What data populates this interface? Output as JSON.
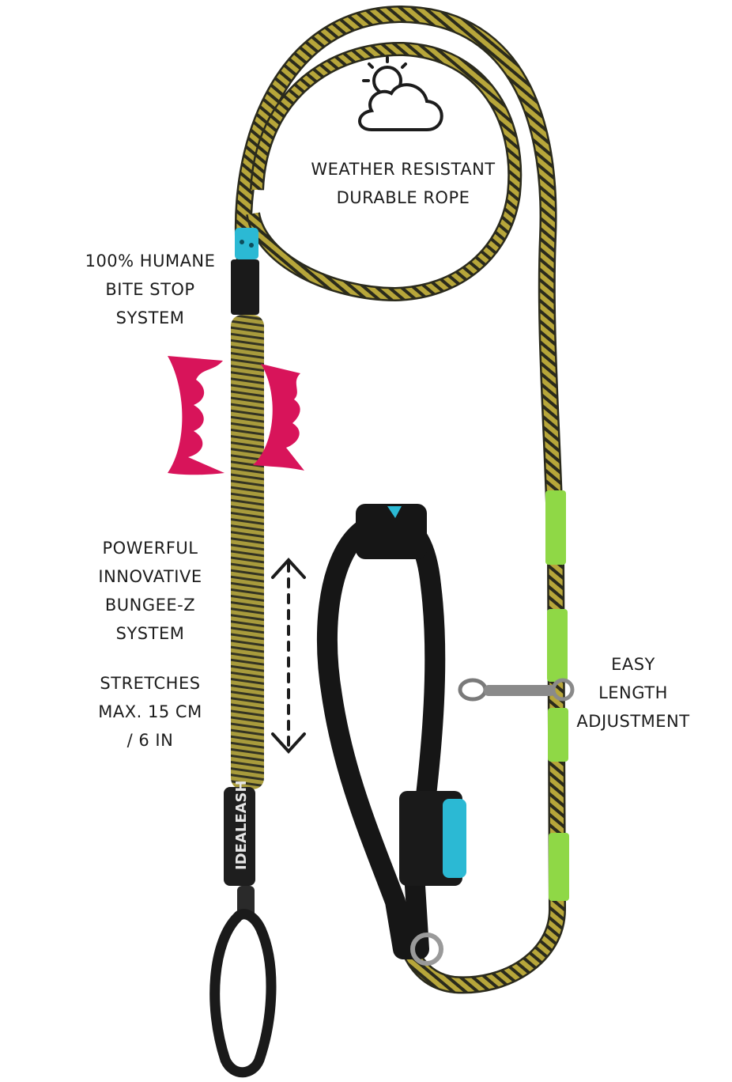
{
  "labels": {
    "weather": [
      "WEATHER RESISTANT",
      "DURABLE ROPE"
    ],
    "bite_stop": [
      "100% HUMANE",
      "BITE STOP",
      "SYSTEM"
    ],
    "bungee": [
      "POWERFUL",
      "INNOVATIVE",
      "BUNGEE-Z",
      "SYSTEM"
    ],
    "stretch": [
      "STRETCHES",
      "MAX. 15 CM",
      "/ 6 IN"
    ],
    "adjust": [
      "EASY",
      "LENGTH",
      "ADJUSTMENT"
    ]
  },
  "brand_text": "IDEALEASH",
  "icons": {
    "weather": "sun-cloud-icon",
    "bite": "fangs-icon",
    "stretch": "double-arrow-icon"
  },
  "colors": {
    "rope_yellow": "#b7a63a",
    "rope_dark": "#2a2a1c",
    "sleeve_green": "#8fd846",
    "fangs": "#d8145a",
    "tag_cyan": "#2bb9d4",
    "handle_black": "#161616"
  }
}
